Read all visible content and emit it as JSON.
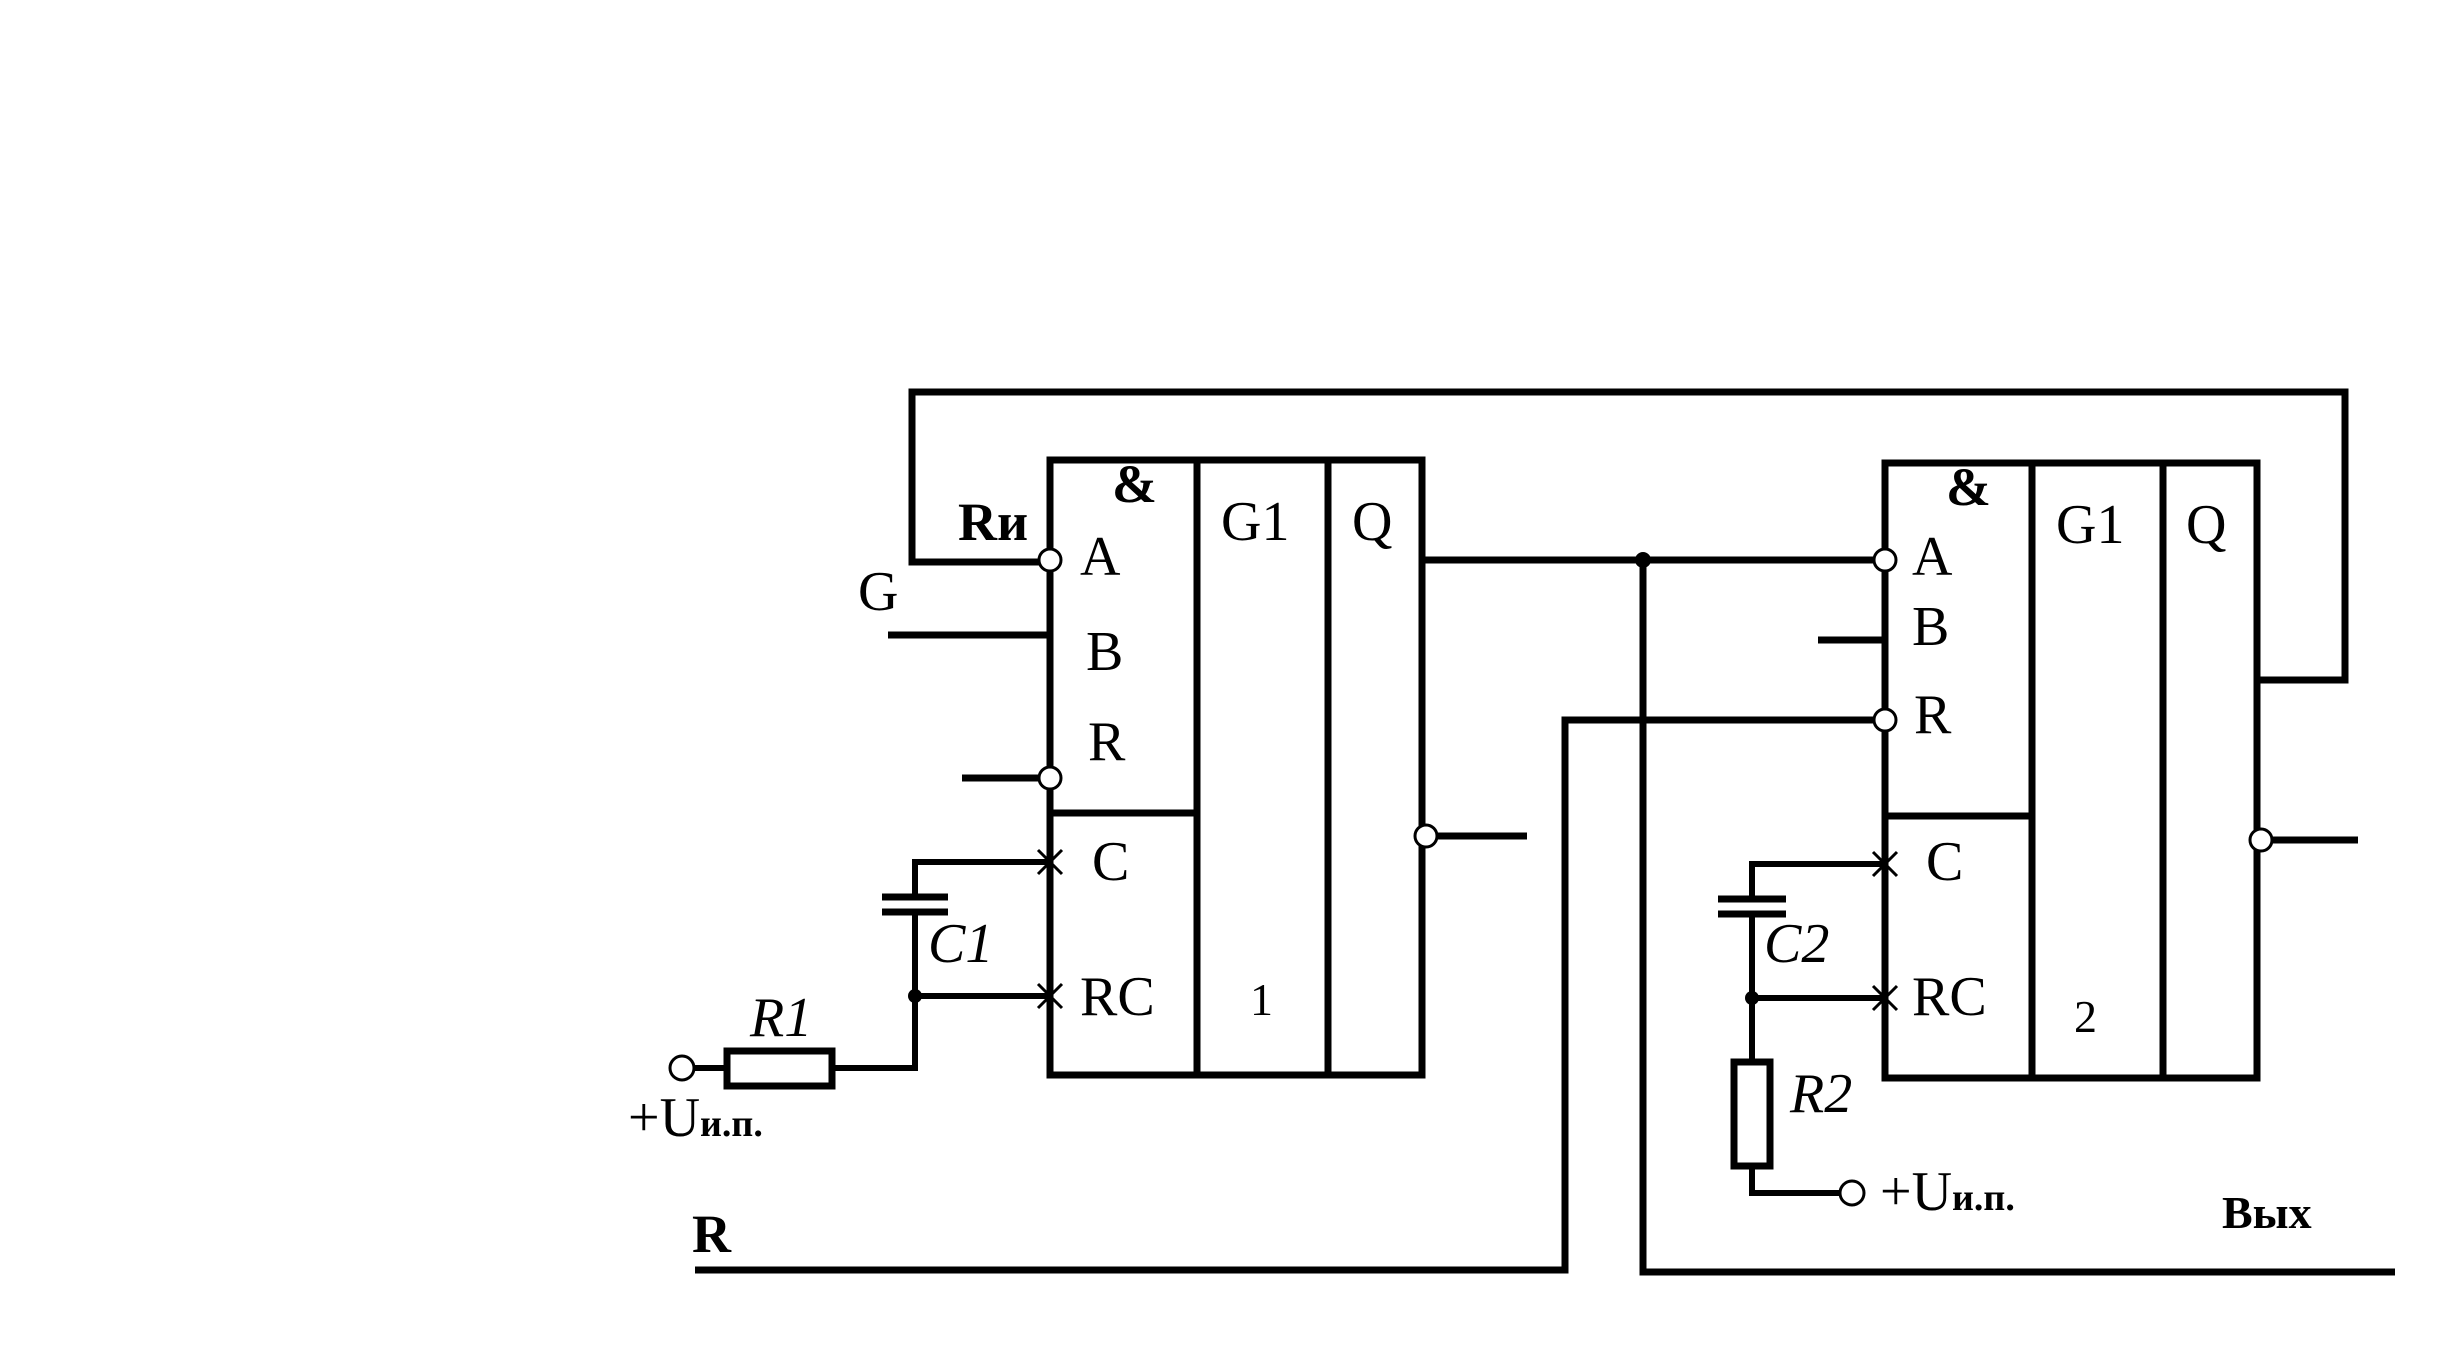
{
  "colors": {
    "line": "#000000",
    "background": "#ffffff"
  },
  "chip1": {
    "and_symbol": "&",
    "function": "G1",
    "output": "Q",
    "pins": {
      "ri": "Rи",
      "a": "A",
      "b": "B",
      "r": "R",
      "c": "C",
      "rc": "RC"
    },
    "number": "1"
  },
  "chip2": {
    "and_symbol": "&",
    "function": "G1",
    "output": "Q",
    "pins": {
      "a": "A",
      "b": "B",
      "r": "R",
      "c": "C",
      "rc": "RC"
    },
    "number": "2"
  },
  "labels": {
    "g": "G",
    "r_input": "R",
    "c1": "C1",
    "r1": "R1",
    "c2": "C2",
    "r2": "R2",
    "supply1": "+U",
    "supply1_sub": "и.п.",
    "supply2": "+U",
    "supply2_sub": "и.п.",
    "output": "Вых"
  }
}
